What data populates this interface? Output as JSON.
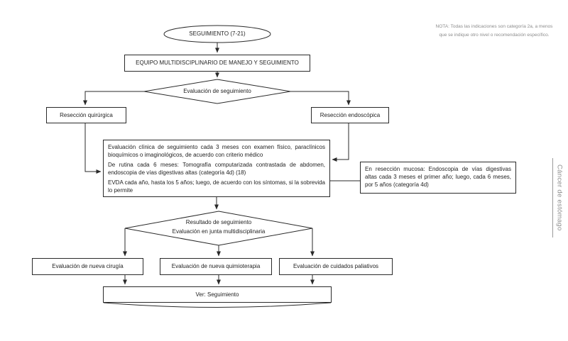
{
  "note": {
    "text": "NOTA: Todas las indicaciones son categoría 2a, a menos que se indique otro nivel o recomendación específico."
  },
  "sidebar": {
    "label": "Cáncer de estómago"
  },
  "nodes": {
    "start": "SEGUIMIENTO (7-21)",
    "team": "EQUIPO MULTIDISCIPLINARIO DE MANEJO Y SEGUIMIENTO",
    "decision1": "Evaluación de seguimiento",
    "surgical": "Resección quirúrgica",
    "endoscopic": "Resección endoscópica",
    "followup": {
      "p1": "Evaluación clínica de seguimiento cada 3 meses con examen físico, paraclínicos bioquímicos o imaginológicos, de acuerdo con criterio médico",
      "p2": "De rutina cada 6 meses: Tomografía computarizada contrastada de abdomen, endoscopia de vías digestivas altas (categoría 4d) (18)",
      "p3": "EVDA cada año, hasta los 5 años; luego, de acuerdo con los síntomas, si la sobrevida lo permite"
    },
    "mucosal": "En resección mucosa: Endoscopia de vías digestivas altas cada 3 meses el primer año; luego, cada 6 meses, por 5 años (categoría 4d)",
    "decision2": {
      "line1": "Resultado de seguimiento",
      "line2": "Evaluación en junta multidisciplinaria"
    },
    "new_surgery": "Evaluación de nueva cirugía",
    "new_chemo": "Evaluación de nueva quimioterapia",
    "palliative": "Evaluación de cuidados paliativos",
    "see": "Ver: Seguimiento"
  },
  "colors": {
    "line": "#2a2a2a",
    "muted": "#8c8c8c",
    "background": "#ffffff"
  }
}
